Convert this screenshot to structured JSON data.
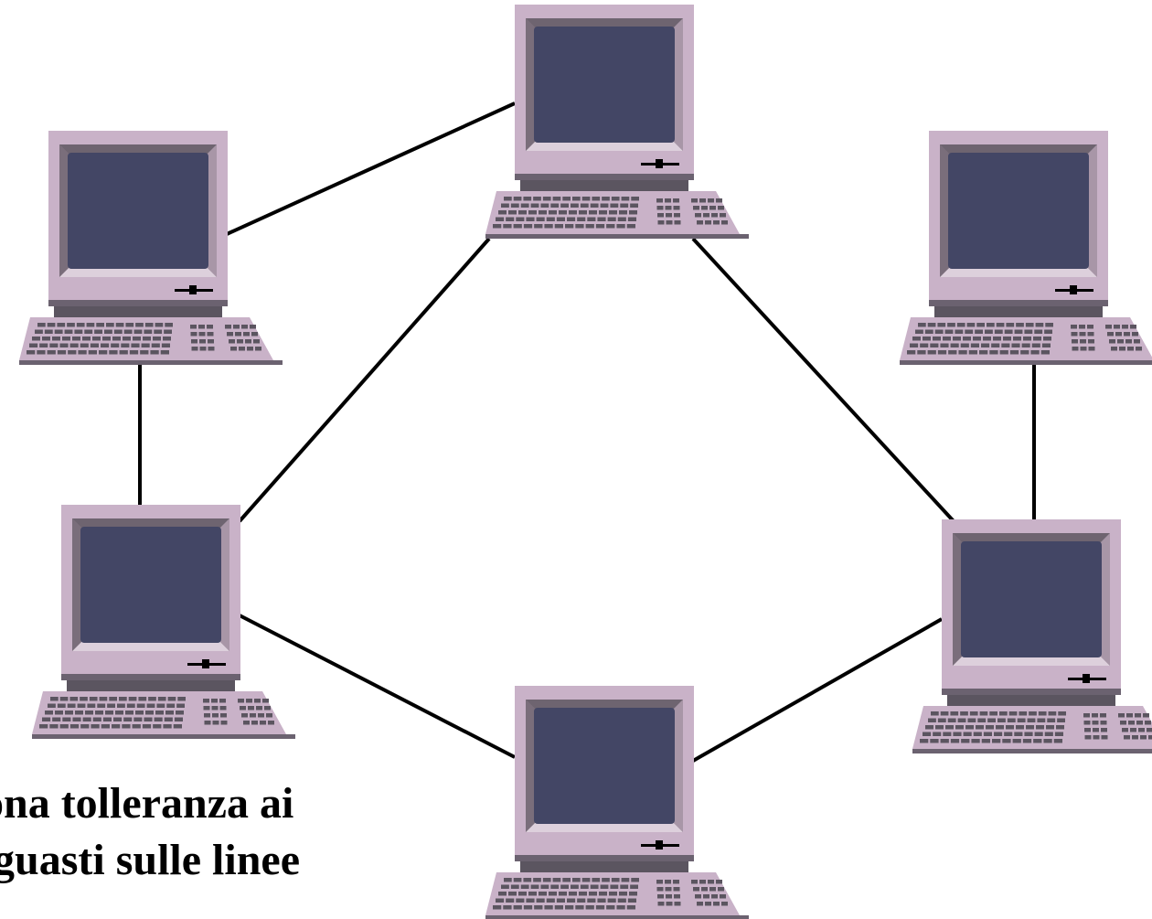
{
  "caption": {
    "line1": "ona tolleranza ai",
    "line2": "guasti sulle linee"
  },
  "computers": [
    {
      "id": "pc-top"
    },
    {
      "id": "pc-upper-left"
    },
    {
      "id": "pc-upper-right"
    },
    {
      "id": "pc-lower-left"
    },
    {
      "id": "pc-lower-right"
    },
    {
      "id": "pc-bottom"
    }
  ],
  "links": [
    [
      "pc-upper-left",
      "pc-top"
    ],
    [
      "pc-upper-left",
      "pc-lower-left"
    ],
    [
      "pc-top",
      "pc-lower-left"
    ],
    [
      "pc-top",
      "pc-lower-right"
    ],
    [
      "pc-upper-right",
      "pc-lower-right"
    ],
    [
      "pc-lower-left",
      "pc-bottom"
    ],
    [
      "pc-lower-right",
      "pc-bottom"
    ]
  ],
  "colors": {
    "case": "#c9b2c8",
    "case_dark": "#8a7a8a",
    "screen": "#434665",
    "base": "#5b5560",
    "keyboard": "#c9b2c8",
    "keys": "#5b5560",
    "link": "#000000"
  }
}
